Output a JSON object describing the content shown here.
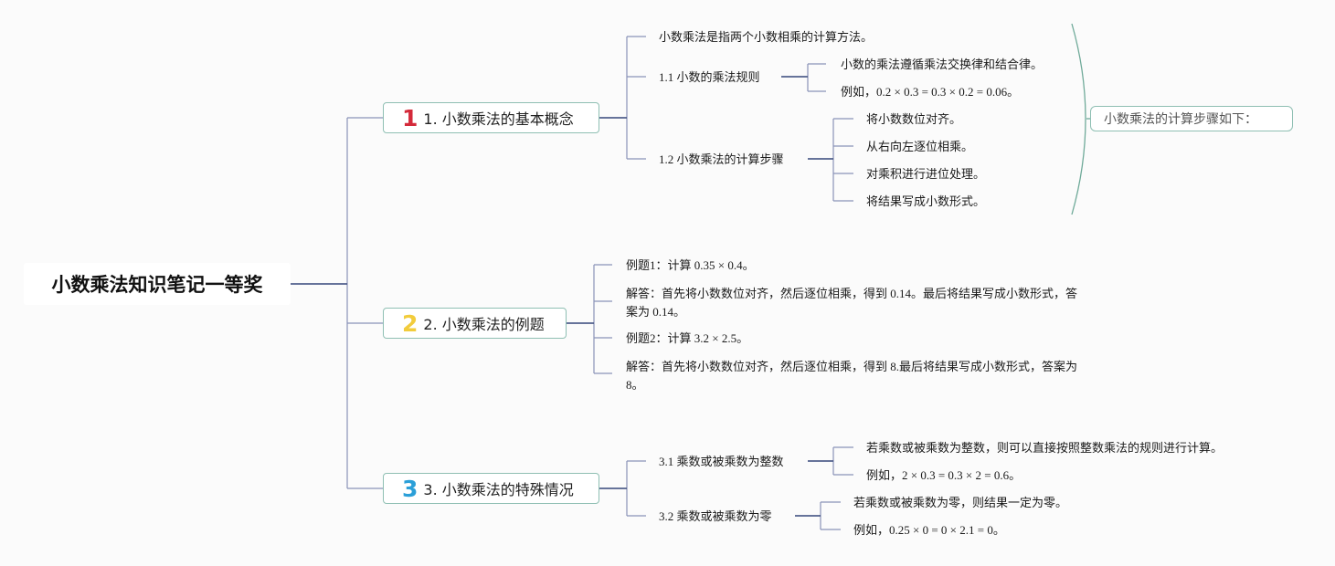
{
  "root": "小数乘法知识笔记一等奖",
  "branches": [
    {
      "num": "1",
      "num_color": "#d42a3a",
      "label": "1. 小数乘法的基本概念",
      "items": [
        "小数乘法是指两个小数相乘的计算方法。",
        "1.1 小数的乘法规则",
        "小数的乘法遵循乘法交换律和结合律。",
        "例如，0.2 × 0.3 = 0.3 × 0.2 = 0.06。",
        "1.2 小数乘法的计算步骤",
        "将小数数位对齐。",
        "从右向左逐位相乘。",
        "对乘积进行进位处理。",
        "将结果写成小数形式。"
      ]
    },
    {
      "num": "2",
      "num_color": "#f2cc3c",
      "label": "2. 小数乘法的例题",
      "items": [
        "例题1：计算 0.35 × 0.4。",
        "解答：首先将小数数位对齐，然后逐位相乘，得到 0.14。最后将结果写成小数形式，答案为 0.14。",
        "例题2：计算 3.2 × 2.5。",
        "解答：首先将小数数位对齐，然后逐位相乘，得到 8.最后将结果写成小数形式，答案为 8。"
      ]
    },
    {
      "num": "3",
      "num_color": "#2b9fd8",
      "label": "3. 小数乘法的特殊情况",
      "items": [
        "3.1 乘数或被乘数为整数",
        "若乘数或被乘数为整数，则可以直接按照整数乘法的规则进行计算。",
        "例如，2 × 0.3 = 0.3 × 2 = 0.6。",
        "3.2 乘数或被乘数为零",
        "若乘数或被乘数为零，则结果一定为零。",
        "例如，0.25 × 0 = 0 × 2.1 = 0。"
      ]
    }
  ],
  "summary": "小数乘法的计算步骤如下：",
  "colors": {
    "line": "#8a93b8",
    "line_dark": "#3f4f7f",
    "border": "#8fbfb3"
  }
}
